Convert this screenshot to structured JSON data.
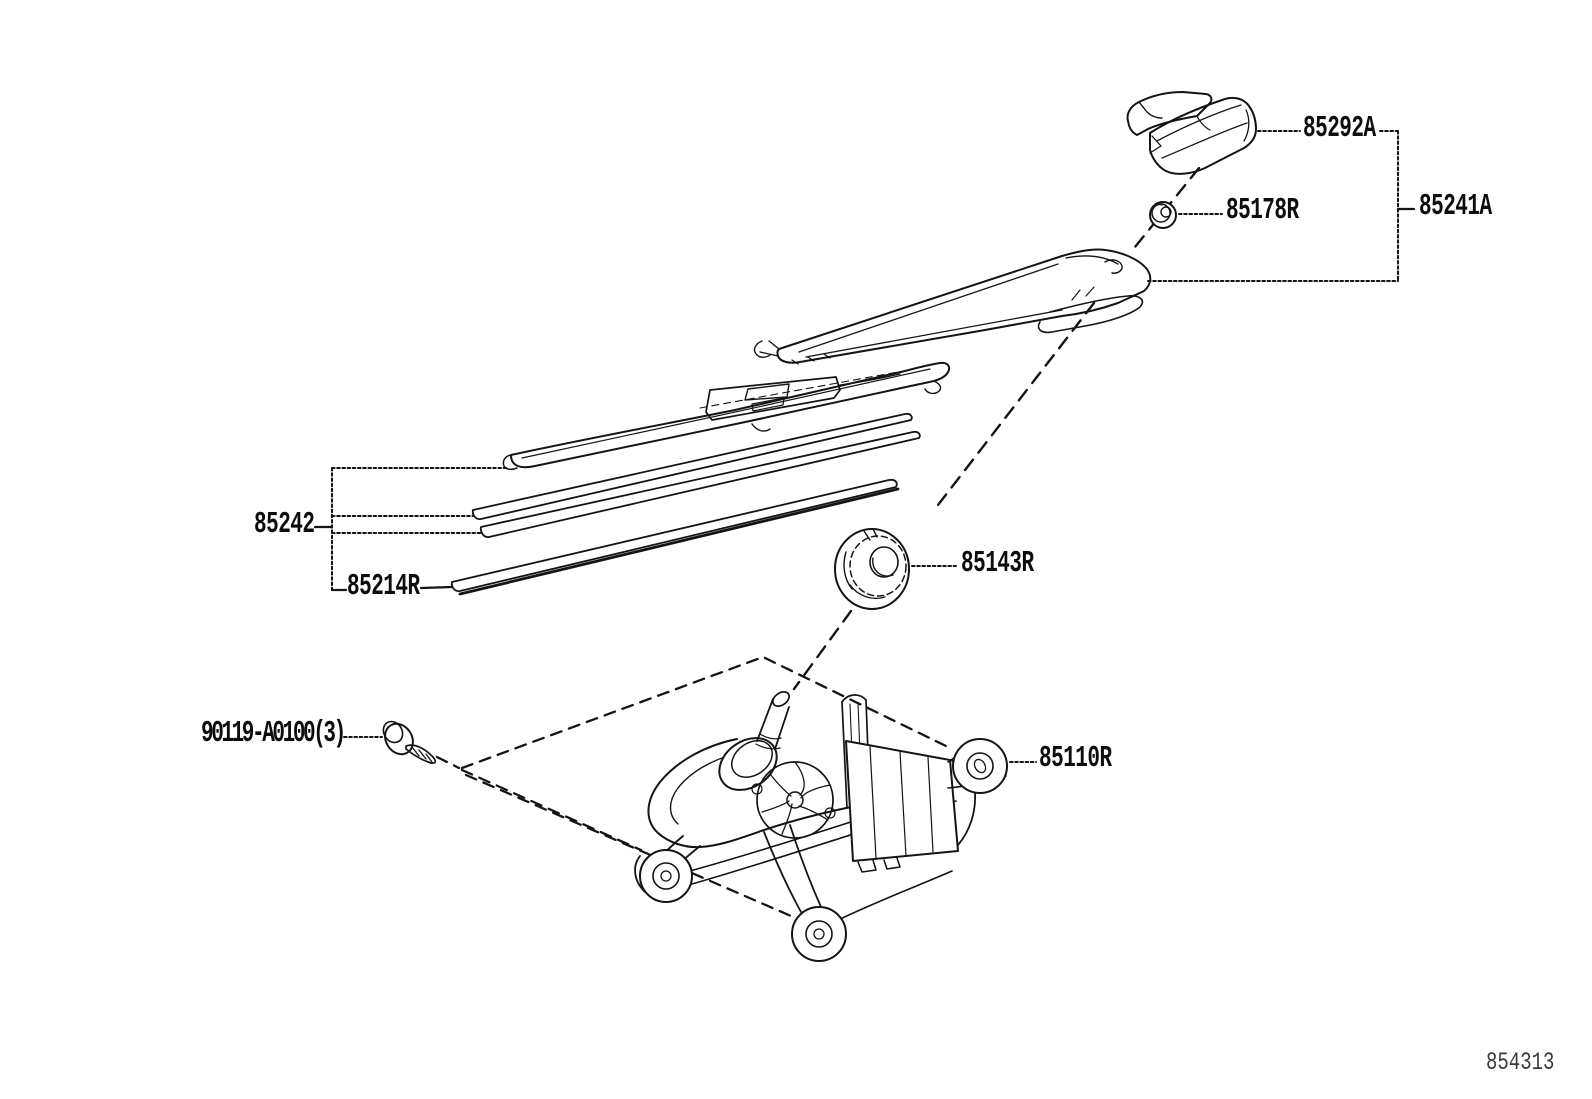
{
  "diagram": {
    "type": "parts-diagram",
    "subject": "rear wiper arm, blade and motor exploded view",
    "footer_number": "854313",
    "colors": {
      "ink": "#141414",
      "background": "#ffffff"
    },
    "labels": [
      {
        "part_no": "85292A"
      },
      {
        "part_no": "85241A"
      },
      {
        "part_no": "85178R"
      },
      {
        "part_no": "85242"
      },
      {
        "part_no": "85214R"
      },
      {
        "part_no": "85143R"
      },
      {
        "part_no": "90119-A0100(3)"
      },
      {
        "part_no": "85110R"
      }
    ]
  }
}
